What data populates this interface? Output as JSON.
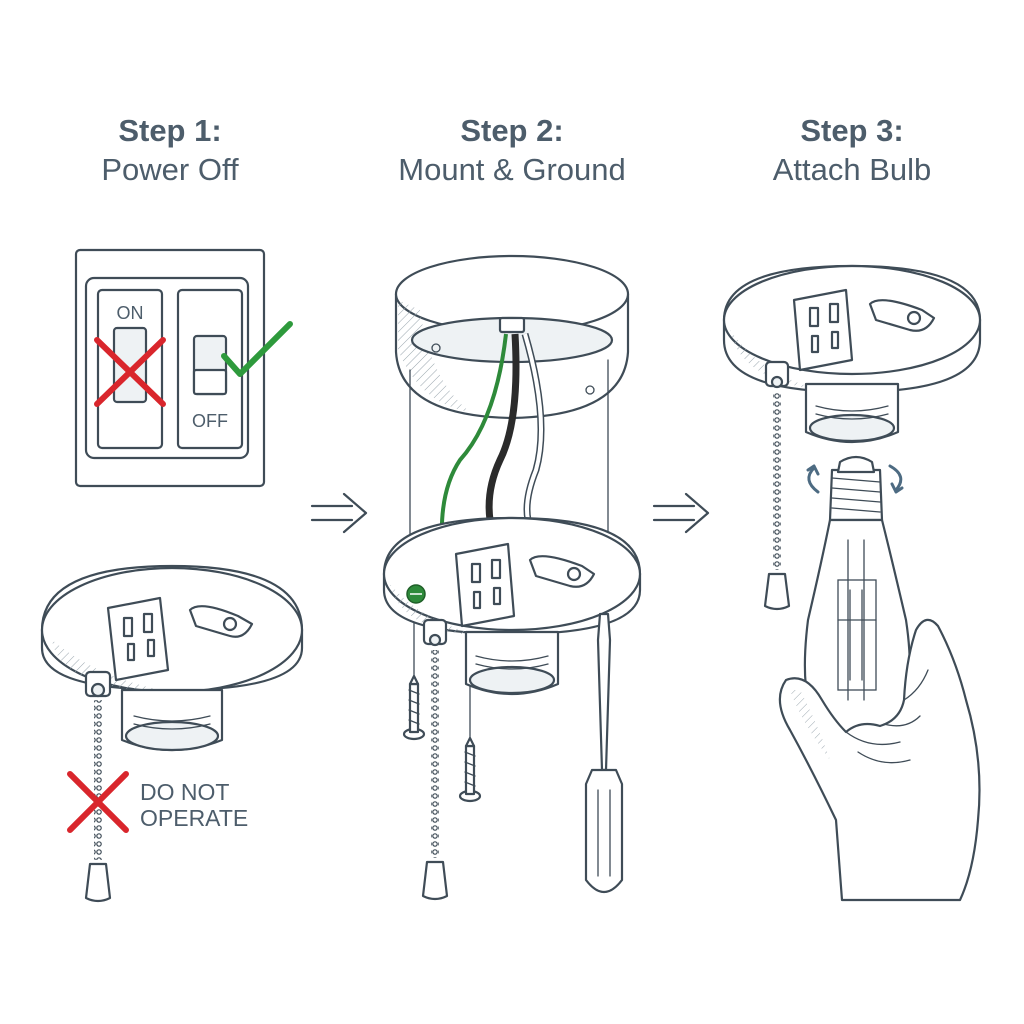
{
  "steps": [
    {
      "number": "Step 1:",
      "title": "Power Off"
    },
    {
      "number": "Step 2:",
      "title": "Mount & Ground"
    },
    {
      "number": "Step 3:",
      "title": "Attach Bulb"
    }
  ],
  "switch_panel": {
    "on_label": "ON",
    "off_label": "OFF"
  },
  "warning": {
    "line1": "DO NOT",
    "line2": "OPERATE"
  },
  "colors": {
    "line": "#3f4c57",
    "heading": "#4d5d6b",
    "cross": "#d9262c",
    "check": "#2e9a3c",
    "ground_wire": "#2e8a3a",
    "hot_wire": "#2b2b2b"
  },
  "icons": [
    "red-cross-icon",
    "green-check-icon",
    "arrow-right-icon",
    "rotate-arrows-icon"
  ]
}
